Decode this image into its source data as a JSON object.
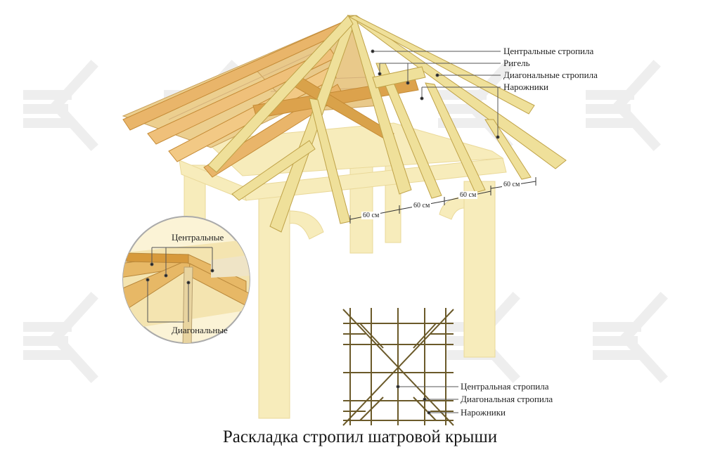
{
  "labels": {
    "central_rafters": "Центральные стропила",
    "rigel": "Ригель",
    "diagonal_rafters": "Диагональные стропила",
    "narozhniki": "Нарожники"
  },
  "dimensions": [
    "60 см",
    "60 см",
    "60 см",
    "60 см"
  ],
  "detail": {
    "central": "Центральные",
    "diagonal": "Диагональные"
  },
  "plan": {
    "central": "Центральная стропила",
    "diagonal": "Диагональная стропила",
    "narozhniki": "Нарожники"
  },
  "caption": "Раскладка стропил шатровой крыши",
  "colors": {
    "light_wood": "#ecd98a",
    "dark_wood": "#d9a24a",
    "pale_structure": "#f6eab6",
    "watermark": "#f0f0f0",
    "plan_line": "#6b5a2a"
  }
}
